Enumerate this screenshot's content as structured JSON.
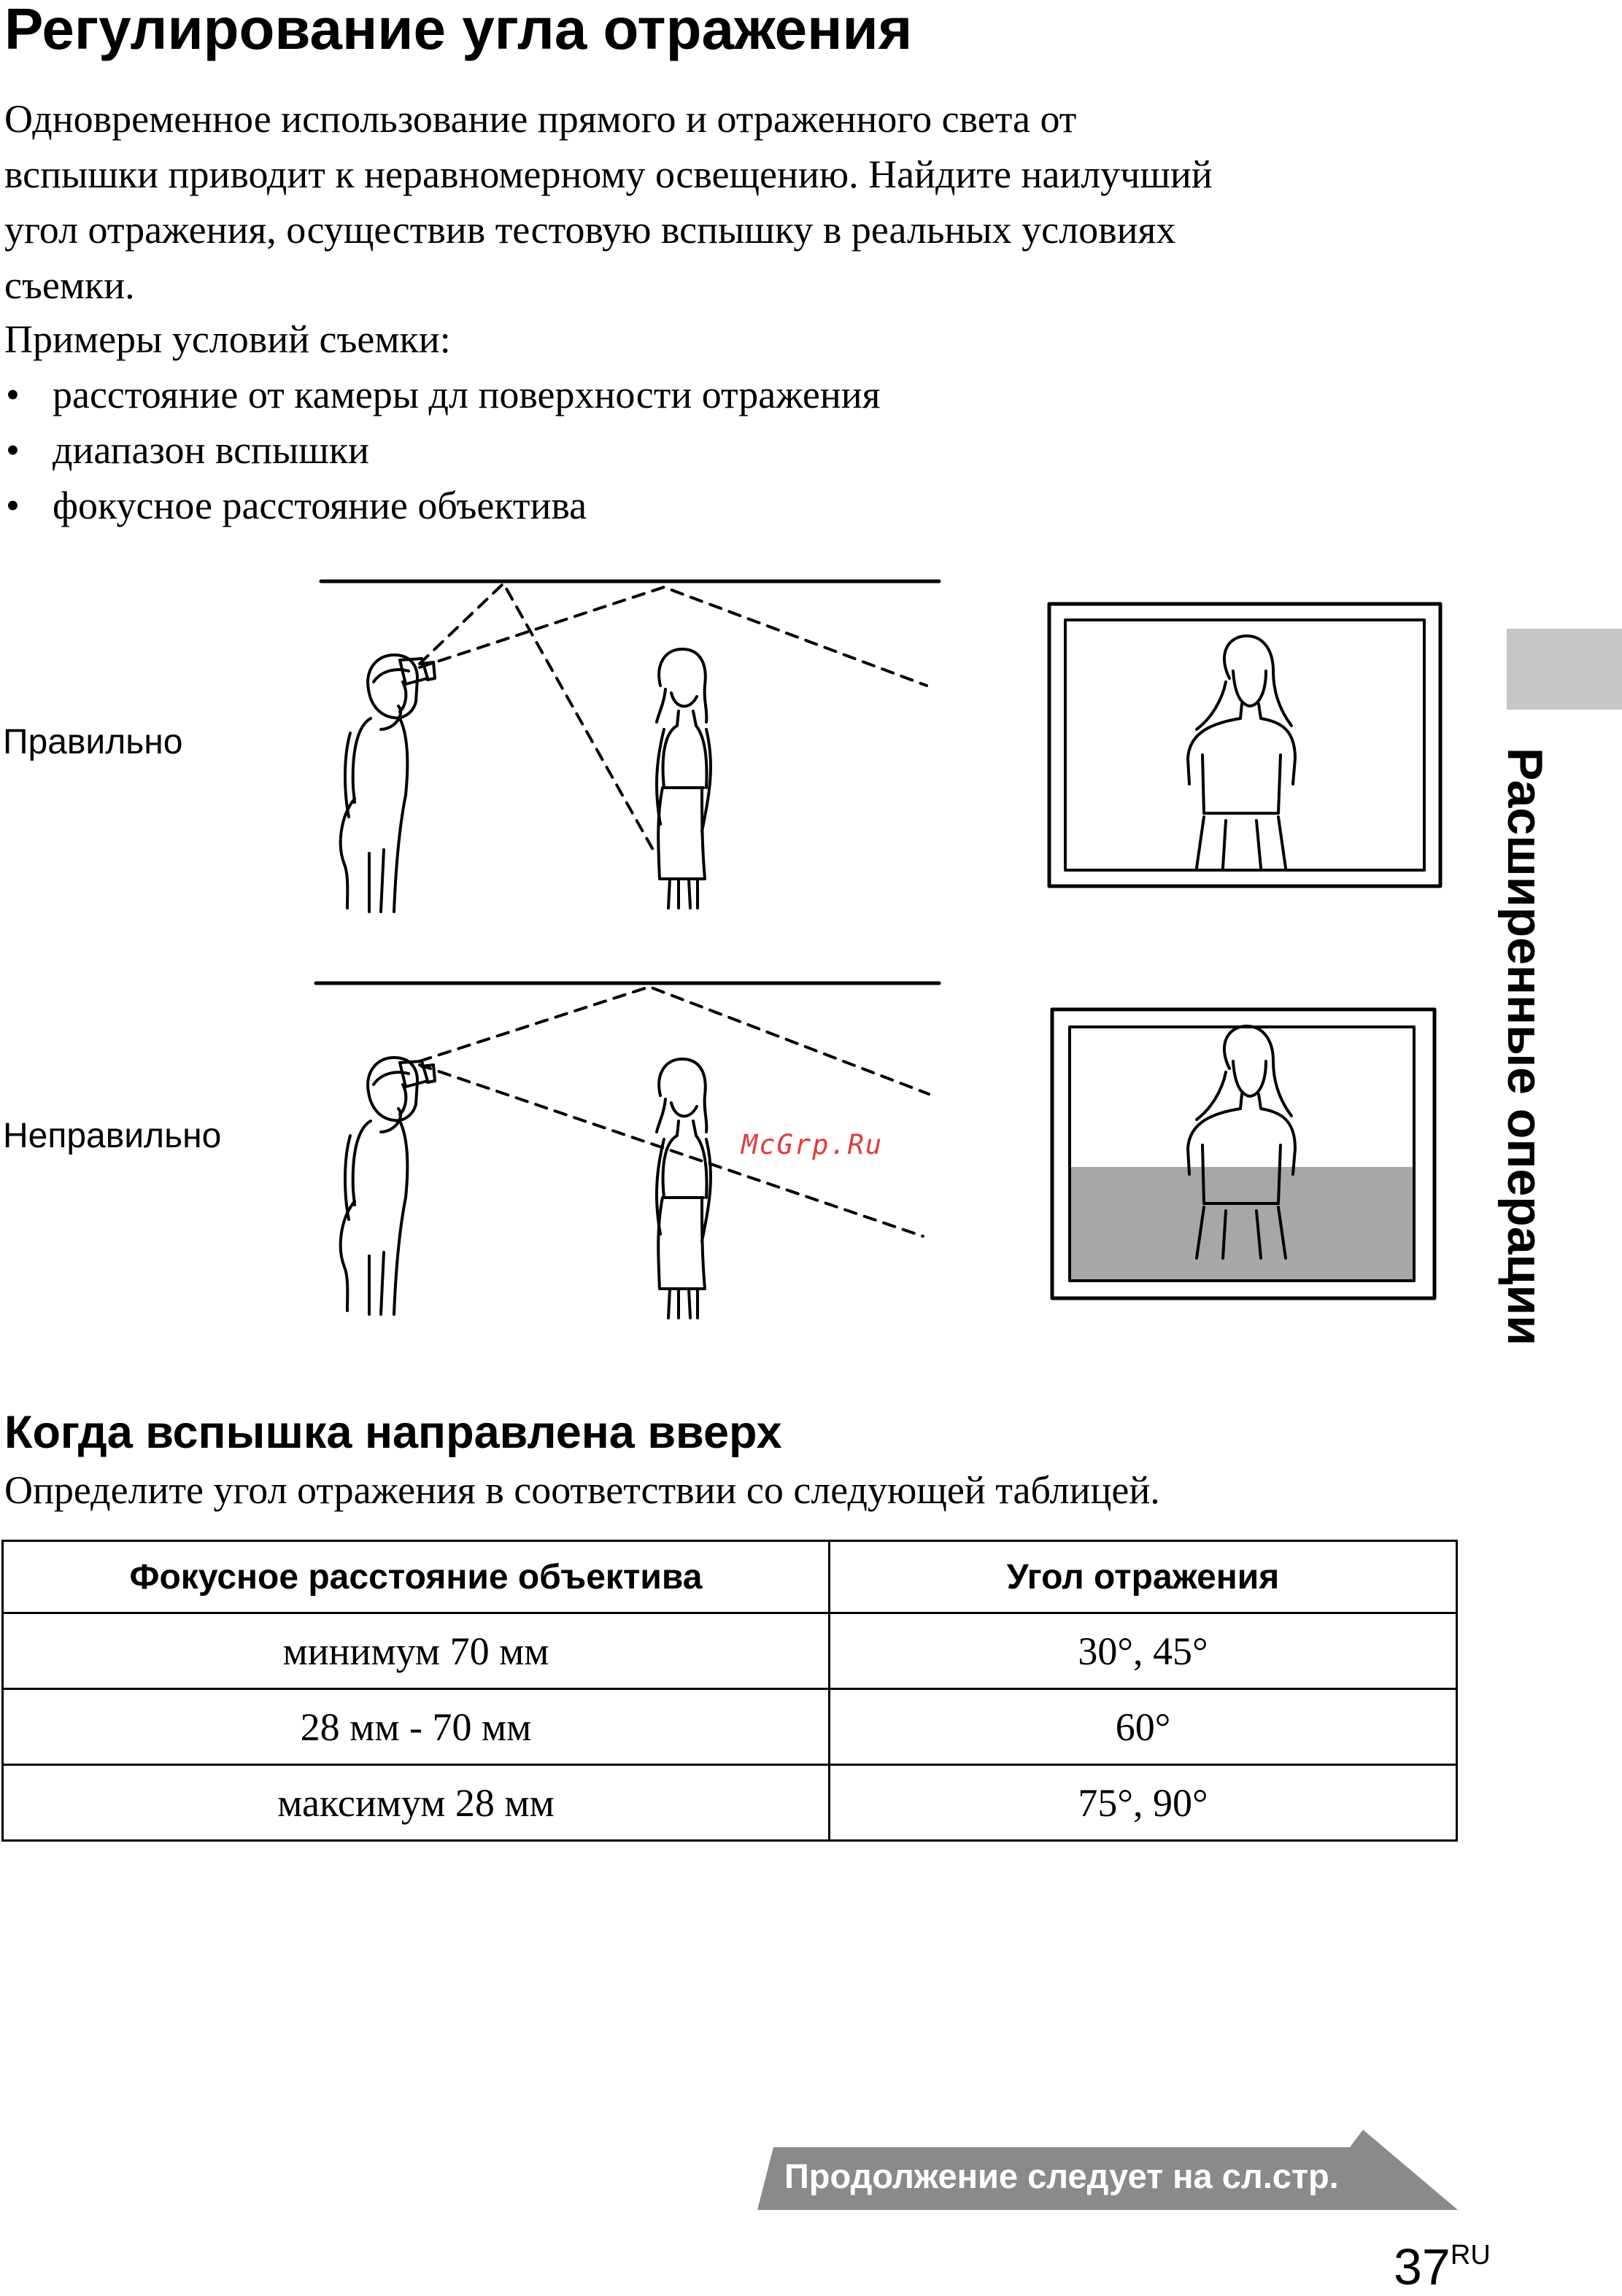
{
  "title": "Регулирование угла отражения",
  "intro": {
    "lines": [
      "Одновременное использование прямого и отраженного света от",
      "вспышки приводит к неравномерному освещению. Найдите наилучший",
      "угол отражения, осуществив тестовую вспышку в реальных условиях",
      "съемки."
    ],
    "examples_label": "Примеры условий съемки:",
    "examples": [
      "расстояние от камеры дл поверхности отражения",
      "диапазон вспышки",
      "фокусное расстояние объектива"
    ],
    "bullet": "•"
  },
  "figure": {
    "correct_label": "Правильно",
    "wrong_label": "Неправильно",
    "watermark": "McGrp.Ru",
    "shadow_color": "#a7a7a7"
  },
  "section2": {
    "title": "Когда вспышка направлена вверх",
    "text": "Определите угол отражения в соответствии со следующей таблицей."
  },
  "table": {
    "headers": [
      "Фокусное расстояние объектива",
      "Угол отражения"
    ],
    "rows": [
      [
        "минимум 70 мм",
        "30°, 45°"
      ],
      [
        "28 мм - 70 мм",
        "60°"
      ],
      [
        "максимум 28 мм",
        "75°, 90°"
      ]
    ]
  },
  "side_tab": {
    "text": "Расширенные операции",
    "color": "#c6c6c6"
  },
  "continuation": "Продолжение следует на сл.стр.",
  "page": {
    "number": "37",
    "suffix": "RU"
  }
}
